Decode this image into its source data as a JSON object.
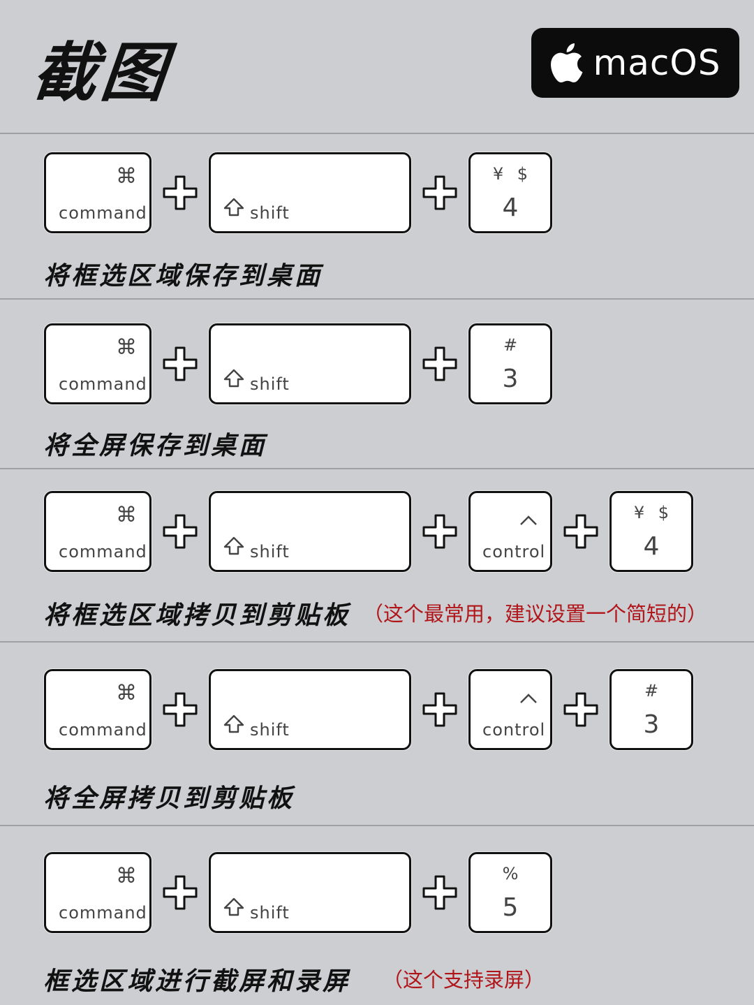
{
  "header": {
    "title": "截图",
    "badge": {
      "icon": "apple-logo-icon",
      "text": "macOS"
    }
  },
  "colors": {
    "background": "#cdced2",
    "note": "#b0151a",
    "badge": "#0c0c0c"
  },
  "sections": [
    {
      "keys": [
        {
          "type": "command",
          "symbol": "⌘",
          "name": "command"
        },
        {
          "type": "shift",
          "name": "shift"
        },
        {
          "type": "char",
          "top": "¥ $",
          "main": "4"
        }
      ],
      "label": "将框选区域保存到桌面",
      "note": ""
    },
    {
      "keys": [
        {
          "type": "command",
          "symbol": "⌘",
          "name": "command"
        },
        {
          "type": "shift",
          "name": "shift"
        },
        {
          "type": "char",
          "top": "#",
          "main": "3"
        }
      ],
      "label": "将全屏保存到桌面",
      "note": ""
    },
    {
      "keys": [
        {
          "type": "command",
          "symbol": "⌘",
          "name": "command"
        },
        {
          "type": "shift",
          "name": "shift"
        },
        {
          "type": "control",
          "symbol": "^",
          "name": "control"
        },
        {
          "type": "char",
          "top": "¥ $",
          "main": "4"
        }
      ],
      "label": "将框选区域拷贝到剪贴板",
      "note": "（这个最常用，建议设置一个简短的）"
    },
    {
      "keys": [
        {
          "type": "command",
          "symbol": "⌘",
          "name": "command"
        },
        {
          "type": "shift",
          "name": "shift"
        },
        {
          "type": "control",
          "symbol": "^",
          "name": "control"
        },
        {
          "type": "char",
          "top": "#",
          "main": "3"
        }
      ],
      "label": "将全屏拷贝到剪贴板",
      "note": ""
    },
    {
      "keys": [
        {
          "type": "command",
          "symbol": "⌘",
          "name": "command"
        },
        {
          "type": "shift",
          "name": "shift"
        },
        {
          "type": "char",
          "top": "%",
          "main": "5"
        }
      ],
      "label": "框选区域进行截屏和录屏",
      "note": "（这个支持录屏）"
    }
  ]
}
